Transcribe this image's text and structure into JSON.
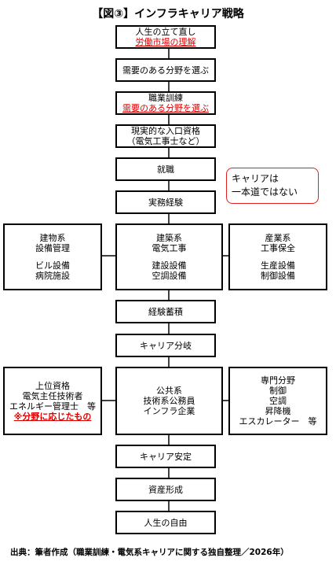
{
  "title": "【図③】インフラキャリア戦略",
  "steps": {
    "restart": {
      "line1": "人生の立て直し",
      "line2": "労働市場の理解"
    },
    "demand": {
      "line1": "需要のある分野を選ぶ"
    },
    "training": {
      "line1": "職業訓練",
      "line2": "需要のある分野を選ぶ"
    },
    "entry": {
      "line1": "現実的な入口資格",
      "line2": "（電気工事士など）"
    },
    "job": {
      "line1": "就職"
    },
    "practice": {
      "line1": "実務経験"
    },
    "experience": {
      "line1": "経験蓄積"
    },
    "branch": {
      "line1": "キャリア分岐"
    },
    "stability": {
      "line1": "キャリア安定"
    },
    "assets": {
      "line1": "資産形成"
    },
    "freedom": {
      "line1": "人生の自由"
    }
  },
  "note": {
    "line1": "キャリアは",
    "line2": "一本道ではない"
  },
  "row1": {
    "left": {
      "line1": "建物系",
      "line2": "設備管理",
      "line3": "ビル設備",
      "line4": "病院施設"
    },
    "center": {
      "line1": "建築系",
      "line2": "電気工事",
      "line3": "建設設備",
      "line4": "空調設備"
    },
    "right": {
      "line1": "産業系",
      "line2": "工事保全",
      "line3": "生産設備",
      "line4": "制御設備"
    }
  },
  "row2": {
    "left": {
      "line1": "上位資格",
      "line2": "電気主任技術者",
      "line3": "エネルギー管理士　等",
      "line4": "※分野に応じたもの"
    },
    "center": {
      "line1": "公共系",
      "line2": "技術系公務員",
      "line3": "インフラ企業"
    },
    "right": {
      "line1": "専門分野",
      "line2": "制御",
      "line3": "空調",
      "line4": "昇降機",
      "line5": "エスカレーター　等"
    }
  },
  "source": "出典：筆者作成（職業訓練・電気系キャリアに関する独自整理／2026年）",
  "colors": {
    "accent_red": "#e00000",
    "note_border": "#e02020",
    "line": "#000000"
  }
}
